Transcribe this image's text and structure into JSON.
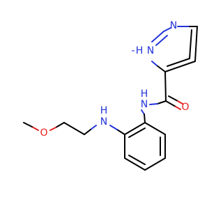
{
  "molecule": {
    "atoms": {
      "pyrazole_n2": {
        "label": "N",
        "element": "N"
      },
      "pyrazole_n1": {
        "label": "N",
        "element": "N"
      },
      "pyrazole_n1_h": {
        "label": "H",
        "element": "N"
      },
      "amide_n": {
        "label": "N",
        "element": "N"
      },
      "amide_h": {
        "label": "H",
        "element": "N"
      },
      "amide_o": {
        "label": "O",
        "element": "O"
      },
      "aniline_n": {
        "label": "N",
        "element": "N"
      },
      "aniline_h": {
        "label": "H",
        "element": "N"
      },
      "ether_o": {
        "label": "O",
        "element": "O"
      }
    },
    "colors": {
      "carbon_bond": "#000000",
      "nitrogen": "#2233d9",
      "oxygen": "#e41f1f",
      "background": "#ffffff"
    }
  }
}
